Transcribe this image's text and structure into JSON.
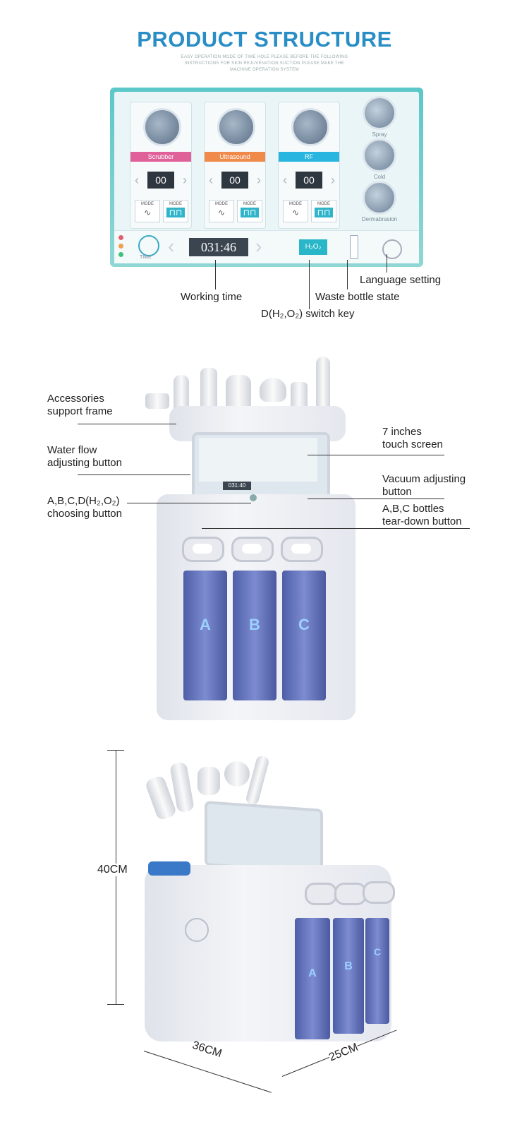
{
  "header": {
    "title": "PRODUCT STRUCTURE",
    "sublines": [
      "EASY OPERATION MODE OF TIME HOLE PLEASE BEFORE THE FOLLOWING",
      "INSTRUCTIONS FOR SKIN REJUVENATION SUCTION PLEASE MAKE THE",
      "MACHINE OPERATION SYSTEM"
    ]
  },
  "screen_panel": {
    "cards": [
      {
        "label": "Scrubber",
        "value": "00",
        "color": "#e0609a"
      },
      {
        "label": "Ultrasound",
        "value": "00",
        "color": "#f08a4a"
      },
      {
        "label": "RF",
        "value": "00",
        "color": "#28b6e0"
      }
    ],
    "mode_label": "MODE",
    "side_items": [
      "Spray",
      "Cold",
      "Dermabrasion"
    ],
    "time_label": "TIME",
    "time_value": "031:46",
    "h2o2_key": "H₂O₂"
  },
  "top_callouts": {
    "working_time": "Working time",
    "switch_key": "D(H₂,O₂)  switch key",
    "waste_bottle": "Waste bottle state",
    "language": "Language setting"
  },
  "machine_callouts": {
    "accessories": [
      "Accessories",
      "support frame"
    ],
    "water_flow": [
      "Water flow",
      "adjusting button"
    ],
    "choosing": [
      "A,B,C,D(H₂,O₂)",
      "choosing button"
    ],
    "touch_screen": [
      "7 inches",
      "touch screen"
    ],
    "vacuum": [
      "Vacuum adjusting",
      "button"
    ],
    "teardown": [
      "A,B,C bottles",
      "tear-down button"
    ]
  },
  "bottles": [
    "A",
    "B",
    "C"
  ],
  "mini_screen_time": "031:40",
  "dimensions": {
    "height": "40CM",
    "width": "36CM",
    "depth": "25CM"
  }
}
